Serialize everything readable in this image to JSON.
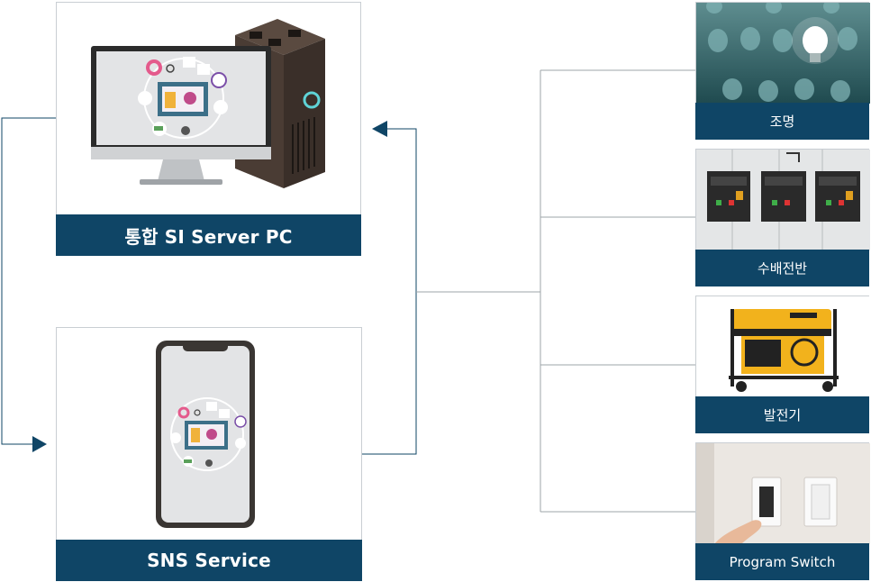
{
  "colors": {
    "label_bg": "#0f4566",
    "line": "#9ea4a8",
    "arrow": "#0f4566"
  },
  "server_card": {
    "label": "통합 SI Server PC",
    "icon": "desktop-pc-with-server-tower"
  },
  "sns_card": {
    "label": "SNS Service",
    "icon": "smartphone-dashboard"
  },
  "devices": [
    {
      "label": "조명",
      "icon": "light-bulbs-photo"
    },
    {
      "label": "수배전반",
      "icon": "switchboard-panel-photo"
    },
    {
      "label": "발전기",
      "icon": "generator-photo"
    },
    {
      "label": "Program Switch",
      "icon": "wall-switch-photo"
    }
  ]
}
